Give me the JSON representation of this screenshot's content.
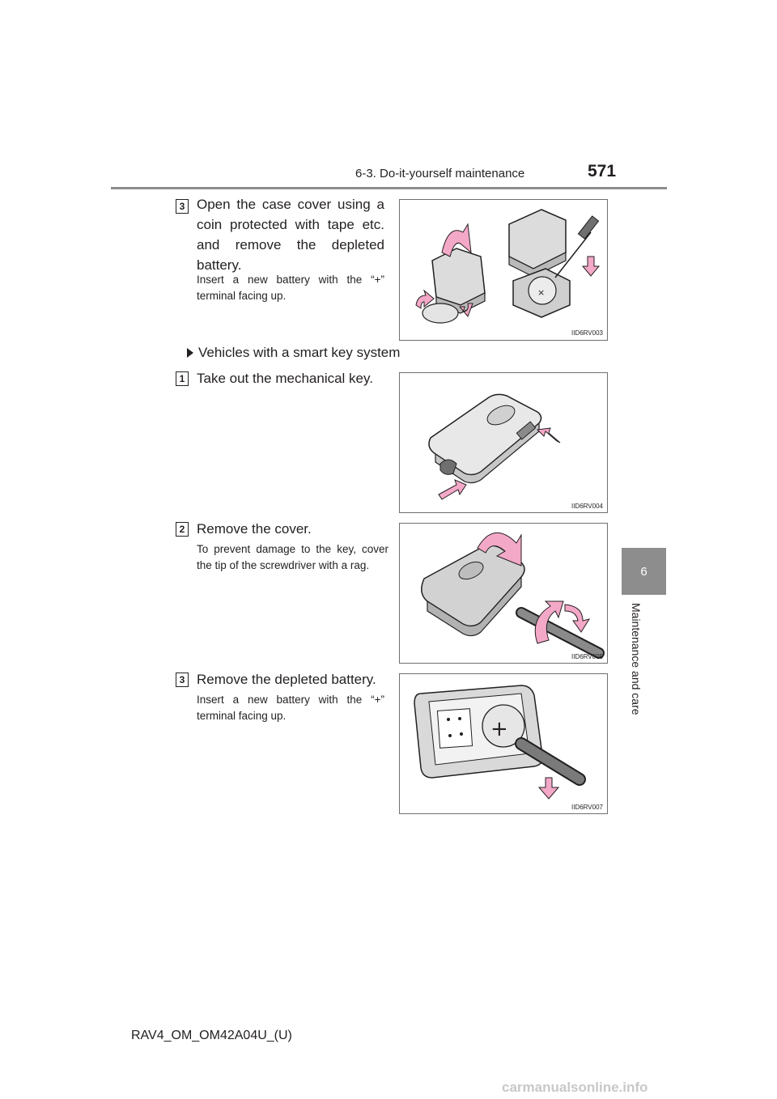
{
  "header": {
    "section_title": "6-3. Do-it-yourself maintenance",
    "page_number": "571"
  },
  "chapter_tab": {
    "number": "6",
    "title": "Maintenance and care"
  },
  "steps": [
    {
      "number": "3",
      "text": "Open the case cover using a coin protected with tape etc. and remove the depleted battery.",
      "note": "Insert a new battery with the “+” terminal facing up.",
      "figure_code": "IID6RV003"
    }
  ],
  "smart_key": {
    "heading": "Vehicles with a smart key system",
    "steps": [
      {
        "number": "1",
        "text": "Take out the mechanical key.",
        "note": "",
        "figure_code": "IID6RV004"
      },
      {
        "number": "2",
        "text": "Remove the cover.",
        "note": "To prevent damage to the key, cover the tip of the screwdriver with a rag.",
        "figure_code": "IID6RV005"
      },
      {
        "number": "3",
        "text": "Remove the depleted battery.",
        "note": "Insert a new battery with the “+” terminal facing up.",
        "figure_code": "IID6RV007"
      }
    ]
  },
  "figure_symbols": {
    "plus": "+",
    "minus": "×"
  },
  "footer": {
    "doc_code": "RAV4_OM_OM42A04U_(U)",
    "watermark": "carmanualsonline.info"
  },
  "colors": {
    "arrow_pink": "#f4a8c8",
    "tab_gray": "#8d8d8d",
    "rule_gray": "#8e8e8e"
  }
}
